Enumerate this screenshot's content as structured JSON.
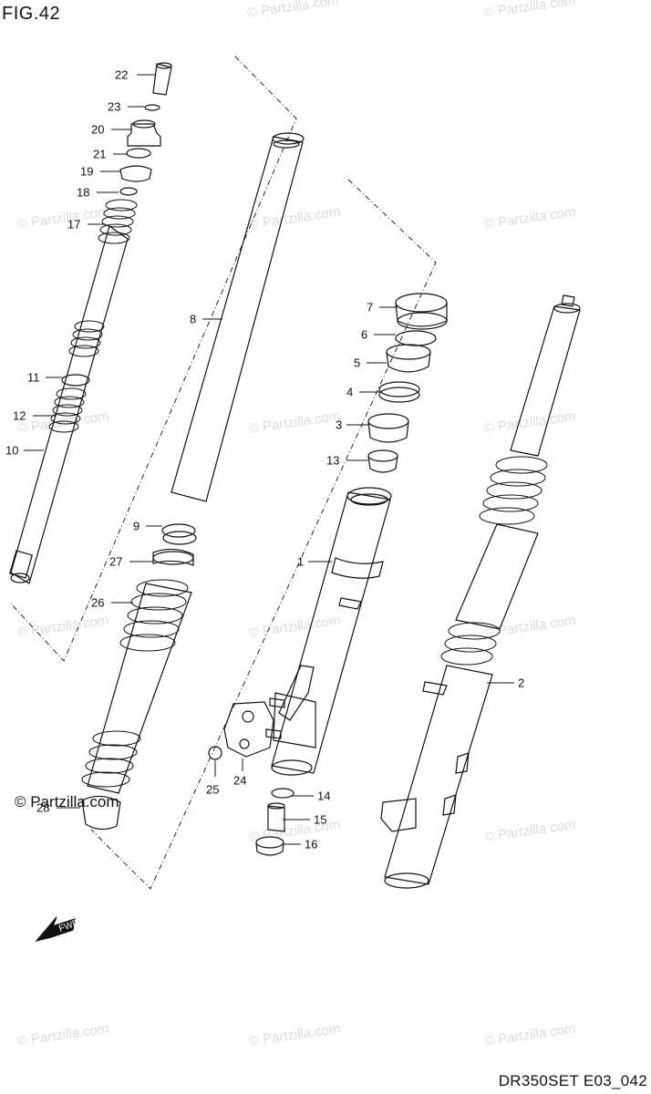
{
  "figure": {
    "title": "FIG.42",
    "code": "DR350SET E03_042",
    "brand": "© Partzilla.com",
    "watermark": "© Partzilla.com",
    "fwd_label": "FWD"
  },
  "callouts": [
    "1",
    "2",
    "3",
    "4",
    "5",
    "6",
    "7",
    "8",
    "9",
    "10",
    "11",
    "12",
    "13",
    "14",
    "15",
    "16",
    "17",
    "18",
    "19",
    "20",
    "21",
    "22",
    "23",
    "24",
    "25",
    "26",
    "27",
    "28"
  ]
}
